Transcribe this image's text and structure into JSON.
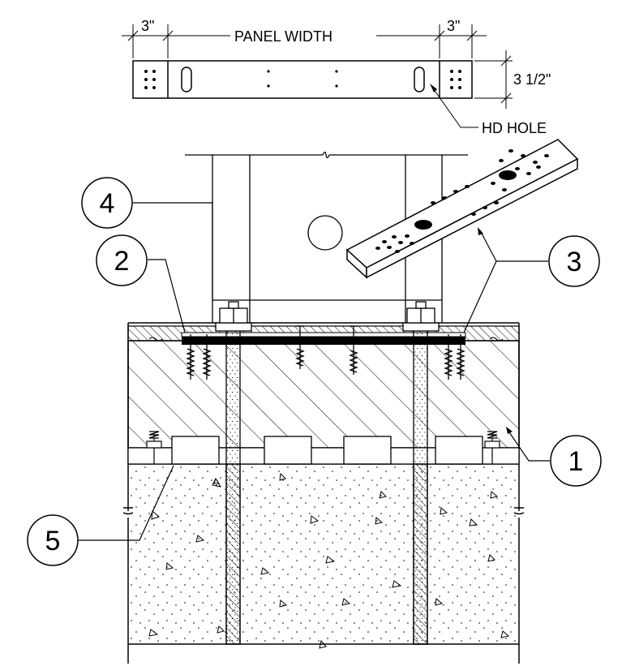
{
  "plate_plan": {
    "dim_left": "3\"",
    "dim_right": "3\"",
    "panel_width": "PANEL WIDTH",
    "dim_height": "3 1/2\"",
    "hd_hole": "HD HOLE"
  },
  "callouts": [
    {
      "id": "1",
      "label": "1"
    },
    {
      "id": "2",
      "label": "2"
    },
    {
      "id": "3",
      "label": "3"
    },
    {
      "id": "4",
      "label": "4"
    },
    {
      "id": "5",
      "label": "5"
    }
  ],
  "colors": {
    "line": "#000000",
    "background": "#ffffff"
  }
}
